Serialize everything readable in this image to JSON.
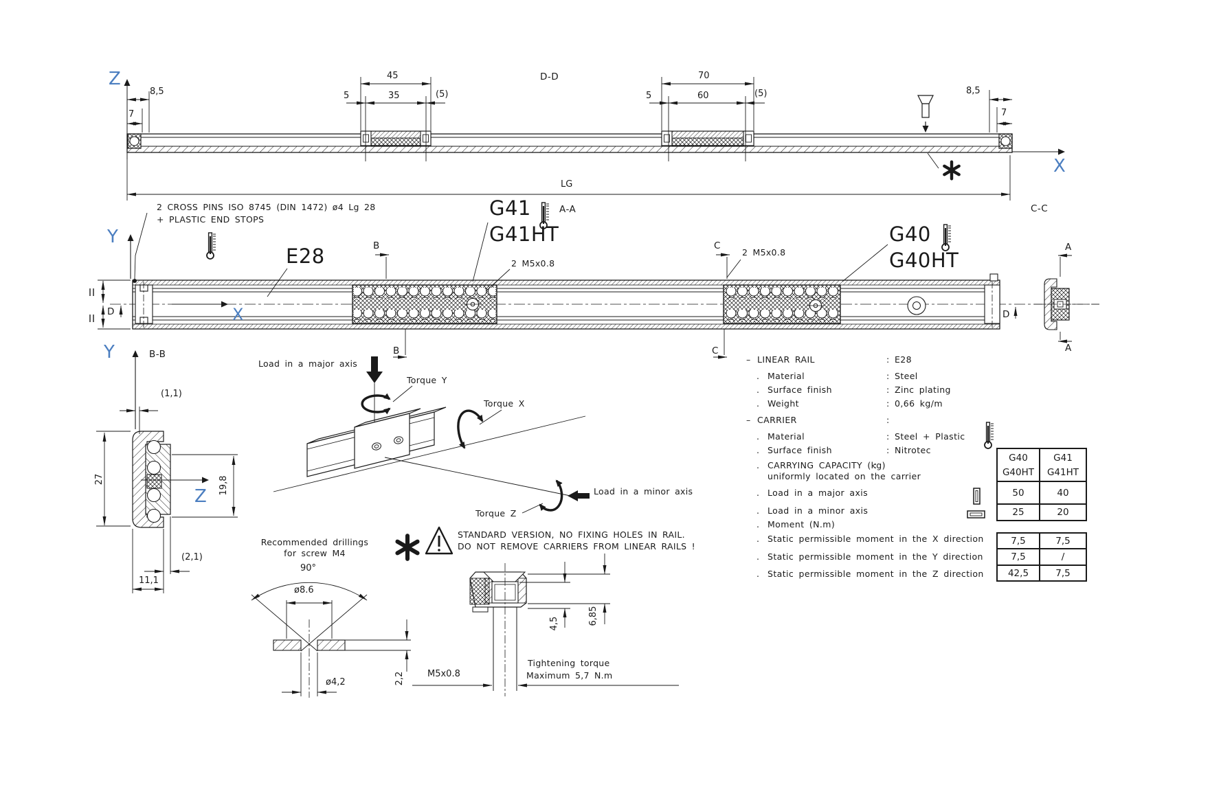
{
  "colors": {
    "ink": "#1a1a1a",
    "axis_blue": "#4b7ec0",
    "axis_orange": "#d9822b",
    "background": "#ffffff"
  },
  "top_view": {
    "section_label": "D-D",
    "axis_z": "Z",
    "axis_x": "X",
    "dims": {
      "left_85": "8,5",
      "left_7": "7",
      "c1_45": "45",
      "c1_5": "5",
      "c1_35": "35",
      "c1_5p": "(5)",
      "c2_70": "70",
      "c2_5": "5",
      "c2_60": "60",
      "c2_5p": "(5)",
      "right_85": "8,5",
      "right_7": "7",
      "lg": "LG"
    }
  },
  "front_view": {
    "note_cross_pins_1": "2 CROSS PINS ISO 8745 (DIN 1472) ø4 Lg 28",
    "note_cross_pins_2": "+ PLASTIC END STOPS",
    "axis_y": "Y",
    "axis_x": "X",
    "rail_label": "E28",
    "carrier1_label": "G41",
    "carrier1_label_ht": "G41HT",
    "carrier2_label": "G40",
    "carrier2_label_ht": "G40HT",
    "section_aa": "A-A",
    "section_cc": "C-C",
    "note_m5_1": "2 M5x0.8",
    "note_m5_2": "2 M5x0.8",
    "marker_b": "B",
    "marker_c": "C",
    "marker_a": "A",
    "marker_d": "D"
  },
  "section_bb": {
    "label": "B-B",
    "axis_y": "Y",
    "axis_z": "Z",
    "dim_11": "(1,1)",
    "dim_27": "27",
    "dim_198": "19,8",
    "dim_21": "(2,1)",
    "dim_111": "11,1"
  },
  "load_diagram": {
    "load_major": "Load in a major axis",
    "torque_y": "Torque Y",
    "torque_x": "Torque X",
    "torque_z": "Torque Z",
    "load_minor": "Load in a minor axis"
  },
  "drilling": {
    "title_1": "Recommended drillings",
    "title_2": "for screw M4",
    "angle": "90°",
    "dia_head": "ø8.6",
    "dia_hole": "ø4,2",
    "thickness": "2,2"
  },
  "warning": {
    "line_1": "STANDARD VERSION, NO FIXING HOLES IN RAIL.",
    "line_2": "DO NOT REMOVE CARRIERS FROM LINEAR RAILS !"
  },
  "nut_detail": {
    "depth": "4,5",
    "height": "6,85",
    "thread": "M5x0.8",
    "torque_1": "Tightening torque",
    "torque_2": "Maximum 5,7 N.m"
  },
  "icons": {
    "asterisk": "heavy-asterisk",
    "thermometer": "temperature-resistant",
    "warning_triangle": "exclamation-triangle",
    "countersunk_screw": "countersunk-screw",
    "major_axis_icon": "vertical-carrier",
    "minor_axis_icon": "horizontal-carrier"
  },
  "specs": {
    "rows": [
      {
        "b": "–",
        "l": "LINEAR RAIL",
        "v": ": E28"
      },
      {
        "b": ".",
        "l": "Material",
        "v": ": Steel"
      },
      {
        "b": ".",
        "l": "Surface finish",
        "v": ": Zinc plating"
      },
      {
        "b": ".",
        "l": "Weight",
        "v": ": 0,66 kg/m"
      },
      {
        "b": "–",
        "l": "CARRIER",
        "v": ":"
      },
      {
        "b": ".",
        "l": "Material",
        "v": ": Steel + Plastic"
      },
      {
        "b": ".",
        "l": "Surface finish",
        "v": ": Nitrotec"
      },
      {
        "b": ".",
        "l": "CARRYING CAPACITY (kg)",
        "v": ":"
      },
      {
        "b": "",
        "l": "uniformly located on the carrier",
        "v": ""
      },
      {
        "b": ".",
        "l": "Load in a major axis",
        "v": ""
      },
      {
        "b": ".",
        "l": "Load in a minor axis",
        "v": ""
      },
      {
        "b": ".",
        "l": "Moment (N.m)",
        "v": ""
      },
      {
        "b": ".",
        "l": "Static permissible moment in the X direction",
        "v": ""
      },
      {
        "b": ".",
        "l": "Static permissible moment in the Y direction",
        "v": ""
      },
      {
        "b": ".",
        "l": "Static permissible moment in the Z direction",
        "v": ""
      }
    ]
  },
  "capacity_table": {
    "col1_line1": "G40",
    "col1_line2": "G40HT",
    "col2_line1": "G41",
    "col2_line2": "G41HT",
    "rows": [
      [
        "50",
        "40"
      ],
      [
        "25",
        "20"
      ]
    ]
  },
  "moment_table": {
    "rows": [
      [
        "7,5",
        "7,5"
      ],
      [
        "7,5",
        "/"
      ],
      [
        "42,5",
        "7,5"
      ]
    ]
  }
}
